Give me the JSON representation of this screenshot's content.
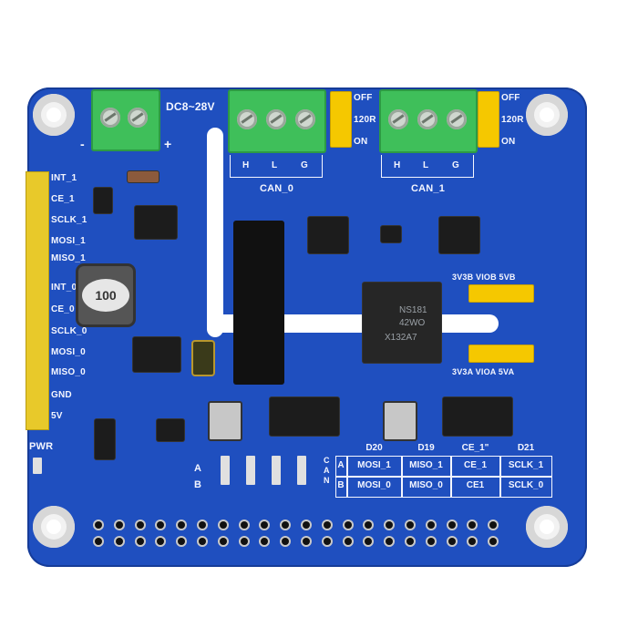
{
  "silkscreen": {
    "power_in": "DC8~28V",
    "minus": "-",
    "plus": "+",
    "can0": "CAN_0",
    "can1": "CAN_1",
    "pin_h": "H",
    "pin_l": "L",
    "pin_g": "G",
    "jumper_off": "OFF",
    "jumper_120r": "120R",
    "jumper_on": "ON",
    "vio_b": "3V3B VIOB 5VB",
    "vio_a": "3V3A VIOA 5VA",
    "pwr": "PWR",
    "a_label": "A",
    "b_label": "B",
    "can_vertical": "CAN",
    "left_pins": [
      "INT_1",
      "CE_1",
      "SCLK_1",
      "MOSI_1",
      "MISO_1",
      "INT_0",
      "CE_0",
      "SCLK_0",
      "MOSI_0",
      "MISO_0",
      "GND",
      "5V"
    ]
  },
  "chips": {
    "isolator_line1": "NS181",
    "isolator_line2": "42WO",
    "isolator_line3": "X132A7",
    "inductor": "100"
  },
  "pin_table": {
    "headers": [
      "D20",
      "D19",
      "CE_1\"",
      "D21"
    ],
    "row_a": [
      "MOSI_1",
      "MISO_1",
      "CE_1",
      "SCLK_1"
    ],
    "row_b": [
      "MOSI_0",
      "MISO_0",
      "CE1",
      "SCLK_0"
    ]
  },
  "colors": {
    "pcb": "#1f4fbf",
    "terminal": "#3fbf5a",
    "jumper": "#f5c800",
    "header": "#f2d63a"
  }
}
